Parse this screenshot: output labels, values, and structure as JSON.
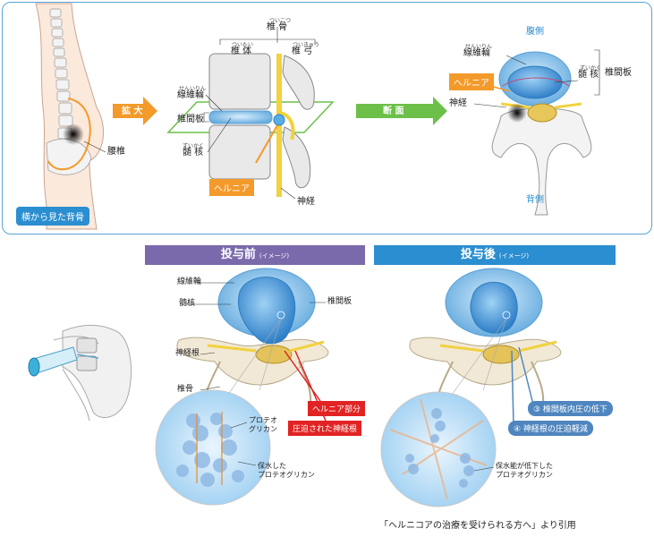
{
  "top": {
    "side_view_label": "横から見た背骨",
    "lumbar_label": "腰椎",
    "expand_arrow": "拡 大",
    "section_arrow": "断 面",
    "vertebra": {
      "text": "椎 骨",
      "ruby": "ついこつ"
    },
    "vertebral_body": {
      "text": "椎 体",
      "ruby": "ついたい"
    },
    "vertebral_arch": {
      "text": "椎 弓",
      "ruby": "ついきゅう"
    },
    "annulus": {
      "text": "線維輪",
      "ruby": "せんいりん"
    },
    "disc": "椎間板",
    "nucleus": {
      "text": "髄 核",
      "ruby": "ずいかく"
    },
    "hernia": "ヘルニア",
    "nerve": "神経",
    "ventral": "腹側",
    "dorsal": "背側"
  },
  "bottom": {
    "before_title": "投与前",
    "before_sub": "(イメージ)",
    "after_title": "投与後",
    "after_sub": "(イメージ)",
    "annulus": "線維輪",
    "nucleus": "髄核",
    "disc": "椎間板",
    "nerve_root": "神経根",
    "vertebra": "椎骨",
    "proteoglycan": "プロテオ\nグリカン",
    "proteoglycan_line1": "プロテオ",
    "proteoglycan_line2": "グリカン",
    "water_holding_line1": "保水した",
    "water_holding_line2": "プロテオグリカン",
    "hernia_part": "ヘルニア部分",
    "compressed_root": "圧迫された神経根",
    "reduced_line1": "保水能が低下した",
    "reduced_line2": "プロテオグリカン",
    "effect3": "③ 椎間板内圧の低下",
    "effect4": "④ 神経根の圧迫軽減"
  },
  "citation": "「ヘルニコアの治療を受けられる方へ」より引用",
  "colors": {
    "accent_blue": "#2b8ed0",
    "orange": "#f39a2b",
    "green": "#6cc04a",
    "red": "#e12323",
    "purple": "#7a6aac"
  }
}
